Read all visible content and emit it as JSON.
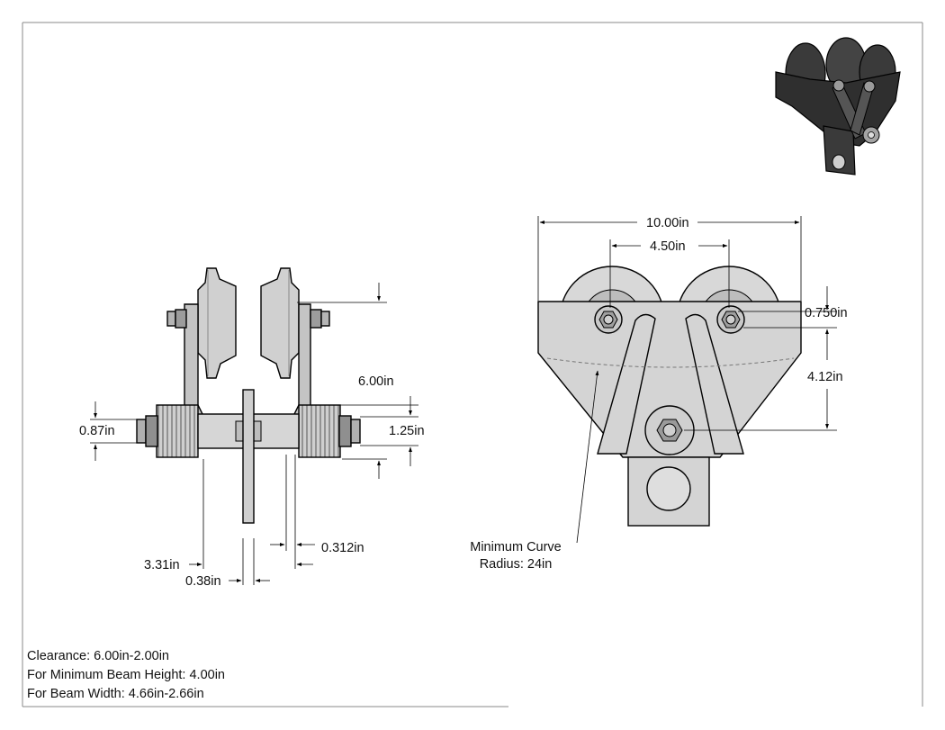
{
  "front_view": {
    "dimensions": {
      "clearance": "6.00in",
      "axle_dia": "0.87in",
      "wheel_dia": "1.25in",
      "spacer": "0.312in",
      "hub": "3.31in",
      "plate": "0.38in"
    }
  },
  "side_view": {
    "dimensions": {
      "overall_width": "10.00in",
      "wheel_spacing": "4.50in",
      "hole": "0.750in",
      "height": "4.12in"
    },
    "curve_label": {
      "line1": "Minimum Curve",
      "line2": "Radius: 24in"
    }
  },
  "notes": [
    "Clearance: 6.00in-2.00in",
    "For Minimum Beam Height: 4.00in",
    "For Beam Width: 4.66in-2.66in"
  ],
  "colors": {
    "part_fill": "#c8c8c8",
    "part_dark": "#7a7a7a",
    "iso_dark": "#2b2b2b",
    "line": "#000000"
  }
}
